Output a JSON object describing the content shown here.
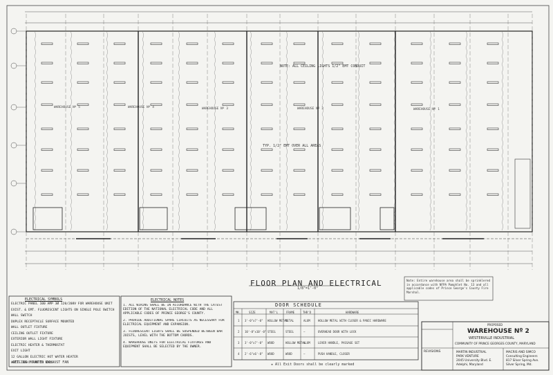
{
  "drawing": {
    "title": "FLOOR PLAN AND ELECTRICAL",
    "scale": "1/8\"=1'-0\"",
    "warehouse_labels": [
      "WAREHOUSE Nº 5",
      "WAREHOUSE Nº 4",
      "WAREHOUSE Nº 3",
      "WAREHOUSE Nº 2",
      "WAREHOUSE Nº 1"
    ],
    "note_upper": "NOTE: ALL CEILING LIGHTS 1/2\" EMT CONDUIT",
    "note_mid": "TYP. 1/2\" EMT OVER ALL AREAS"
  },
  "electrical_symbols": {
    "heading": "ELECTRICAL SYMBOLS",
    "items": [
      "ELECTRIC PANEL 100 AMP 3Ø 120/208V FOR WAREHOUSE UNIT",
      "EXIST. & EMT. FLUORESCENT LIGHTS ON SINGLE POLE SWITCH",
      "WALL SWITCH",
      "DUPLEX RECEPTACLE SURFACE MOUNTED",
      "WALL OUTLET FIXTURE",
      "CEILING OUTLET FIXTURE",
      "EXTERIOR WALL LIGHT FIXTURE",
      "ELECTRIC HEATER & THERMOSTAT",
      "EXIT LIGHT",
      "12 GALLON ELECTRIC HOT WATER HEATER",
      "WHITE EXH. FAN IN WALL",
      "CEILING MOUNTED EXHAUST FAN"
    ]
  },
  "electrical_notes": {
    "heading": "ELECTRICAL NOTES",
    "items": [
      "1. ALL WIRING SHALL BE IN ACCORDANCE WITH THE LATEST EDITION OF THE NATIONAL ELECTRICAL CODE AND ALL APPLICABLE CODES OF PRINCE GEORGE'S COUNTY.",
      "2. PROVIDE ADDITIONAL SPARE CIRCUITS AS NECESSARY FOR ELECTRICAL EQUIPMENT AND EXPANSION.",
      "3. FLUORESCENT LIGHTS SHALL BE SUSPENDED BETWEEN BAR JOISTS, LEVEL WITH THE BOTTOM CHORDS.",
      "4. WAREHOUSE UNITS FOR ELECTRICAL FIXTURES AND EQUIPMENT SHALL BE SELECTED BY THE OWNER."
    ]
  },
  "door_schedule": {
    "heading": "DOOR SCHEDULE",
    "columns": [
      "MK.",
      "SIZE",
      "MAT'L",
      "FRAME",
      "THR'D",
      "HARDWARE"
    ],
    "rows": [
      {
        "mk": "1",
        "size": "3'-0\"x7'-0\"",
        "mat": "HOLLOW METAL",
        "frame": "METAL",
        "thr": "ALUM",
        "hw": "HOLLOW METAL WITH CLOSER & PANIC HARDWARE"
      },
      {
        "mk": "2",
        "size": "10'-0\"x10'-0\"",
        "mat": "STEEL",
        "frame": "STEEL",
        "thr": "—",
        "hw": "OVERHEAD DOOR WITH LOCK"
      },
      {
        "mk": "3",
        "size": "3'-0\"x7'-0\"",
        "mat": "WOOD",
        "frame": "HOLLOW METAL",
        "thr": "ALUM",
        "hw": "LEVER HANDLE, PASSAGE SET"
      },
      {
        "mk": "4",
        "size": "2'-6\"x6'-8\"",
        "mat": "WOOD",
        "frame": "WOOD",
        "thr": "—",
        "hw": "PUSH HANDLE, CLOSER"
      }
    ],
    "footnote": "★ All Exit Doors shall be clearly marked"
  },
  "note_box": {
    "text": "Note: Entire warehouse area shall be sprinklered in accordance with NFPA Pamphlet No. 13 and all applicable codes of Prince George's County Fire Marshal."
  },
  "title_block": {
    "revisions_label": "REVISIONS",
    "proposed": "PROPOSED",
    "project": "WAREHOUSE Nº 2",
    "park": "WESTERVILLE INDUSTRIAL",
    "location": "COMMUNITY OF PRINCE GEORGES COUNTY, MARYLAND",
    "owner_lines": [
      "MARTIN INDUSTRIAL",
      "PARK VENTURE",
      "2045 University Blvd. E.",
      "Adelphi, Maryland"
    ],
    "engineer_lines": [
      "MACRIS AND SIMCO",
      "Consulting Engineers",
      "817 Silver Spring Ave.",
      "Silver Spring, Md."
    ]
  },
  "colors": {
    "paper": "#f4f4f1",
    "ink": "#222222"
  }
}
